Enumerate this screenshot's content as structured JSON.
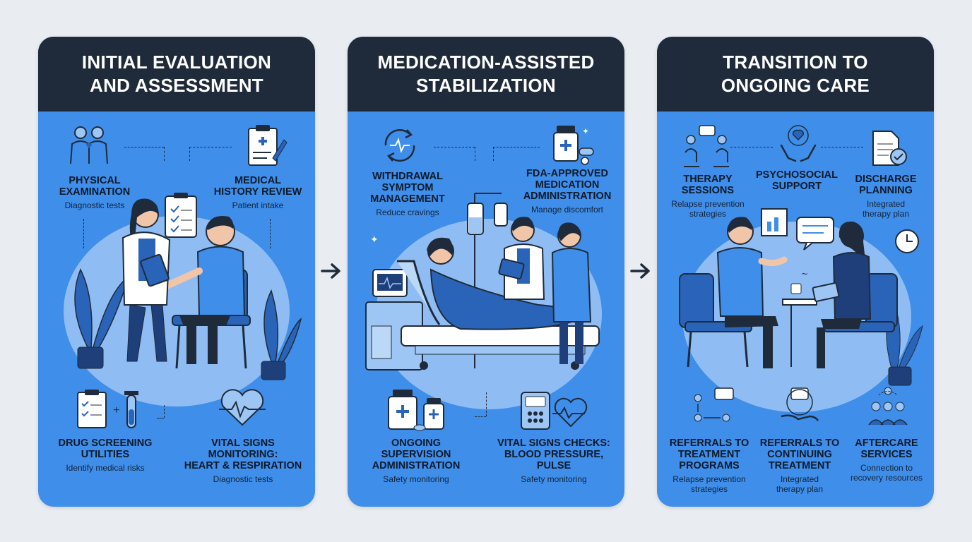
{
  "panels": [
    {
      "title": "INITIAL EVALUATION\nAND ASSESSMENT",
      "items": [
        {
          "title": "PHYSICAL\nEXAMINATION",
          "sub": "Diagnostic tests"
        },
        {
          "title": "MEDICAL\nHISTORY REVIEW",
          "sub": "Patient intake"
        },
        {
          "title": "DRUG SCREENING\nUTILITIES",
          "sub": "Identify medical risks"
        },
        {
          "title": "VITAL SIGNS\nMONITORING:\nHEART & RESPIRATION",
          "sub": "Diagnostic tests"
        }
      ]
    },
    {
      "title": "MEDICATION-ASSISTED\nSTABILIZATION",
      "items": [
        {
          "title": "WITHDRAWAL\nSYMPTOM\nMANAGEMENT",
          "sub": "Reduce cravings"
        },
        {
          "title": "FDA-APPROVED\nMEDICATION\nADMINISTRATION",
          "sub": "Manage discomfort"
        },
        {
          "title": "ONGOING\nSUPERVISION\nADMINISTRATION",
          "sub": "Safety monitoring"
        },
        {
          "title": "VITAL SIGNS CHECKS:\nBLOOD PRESSURE,\nPULSE",
          "sub": "Safety monitoring"
        }
      ]
    },
    {
      "title": "TRANSITION TO\nONGOING CARE",
      "items": [
        {
          "title": "THERAPY\nSESSIONS",
          "sub": "Relapse prevention\nstrategies"
        },
        {
          "title": "PSYCHOSOCIAL\nSUPPORT",
          "sub": ""
        },
        {
          "title": "DISCHARGE\nPLANNING",
          "sub": "Integrated\ntherapy plan"
        },
        {
          "title": "REFERRALS TO\nTREATMENT\nPROGRAMS",
          "sub": "Relapse prevention\nstrategies"
        },
        {
          "title": "REFERRALS TO\nCONTINUING\nTREATMENT",
          "sub": "Integrated\ntherapy plan"
        },
        {
          "title": "AFTERCARE\nSERVICES",
          "sub": "Connection to\nrecovery resources"
        }
      ]
    }
  ],
  "colors": {
    "panel": "#3f8ee9",
    "header": "#1f2b3a",
    "blob": "#9ec6f4",
    "accent_dark": "#1e3f7a"
  }
}
